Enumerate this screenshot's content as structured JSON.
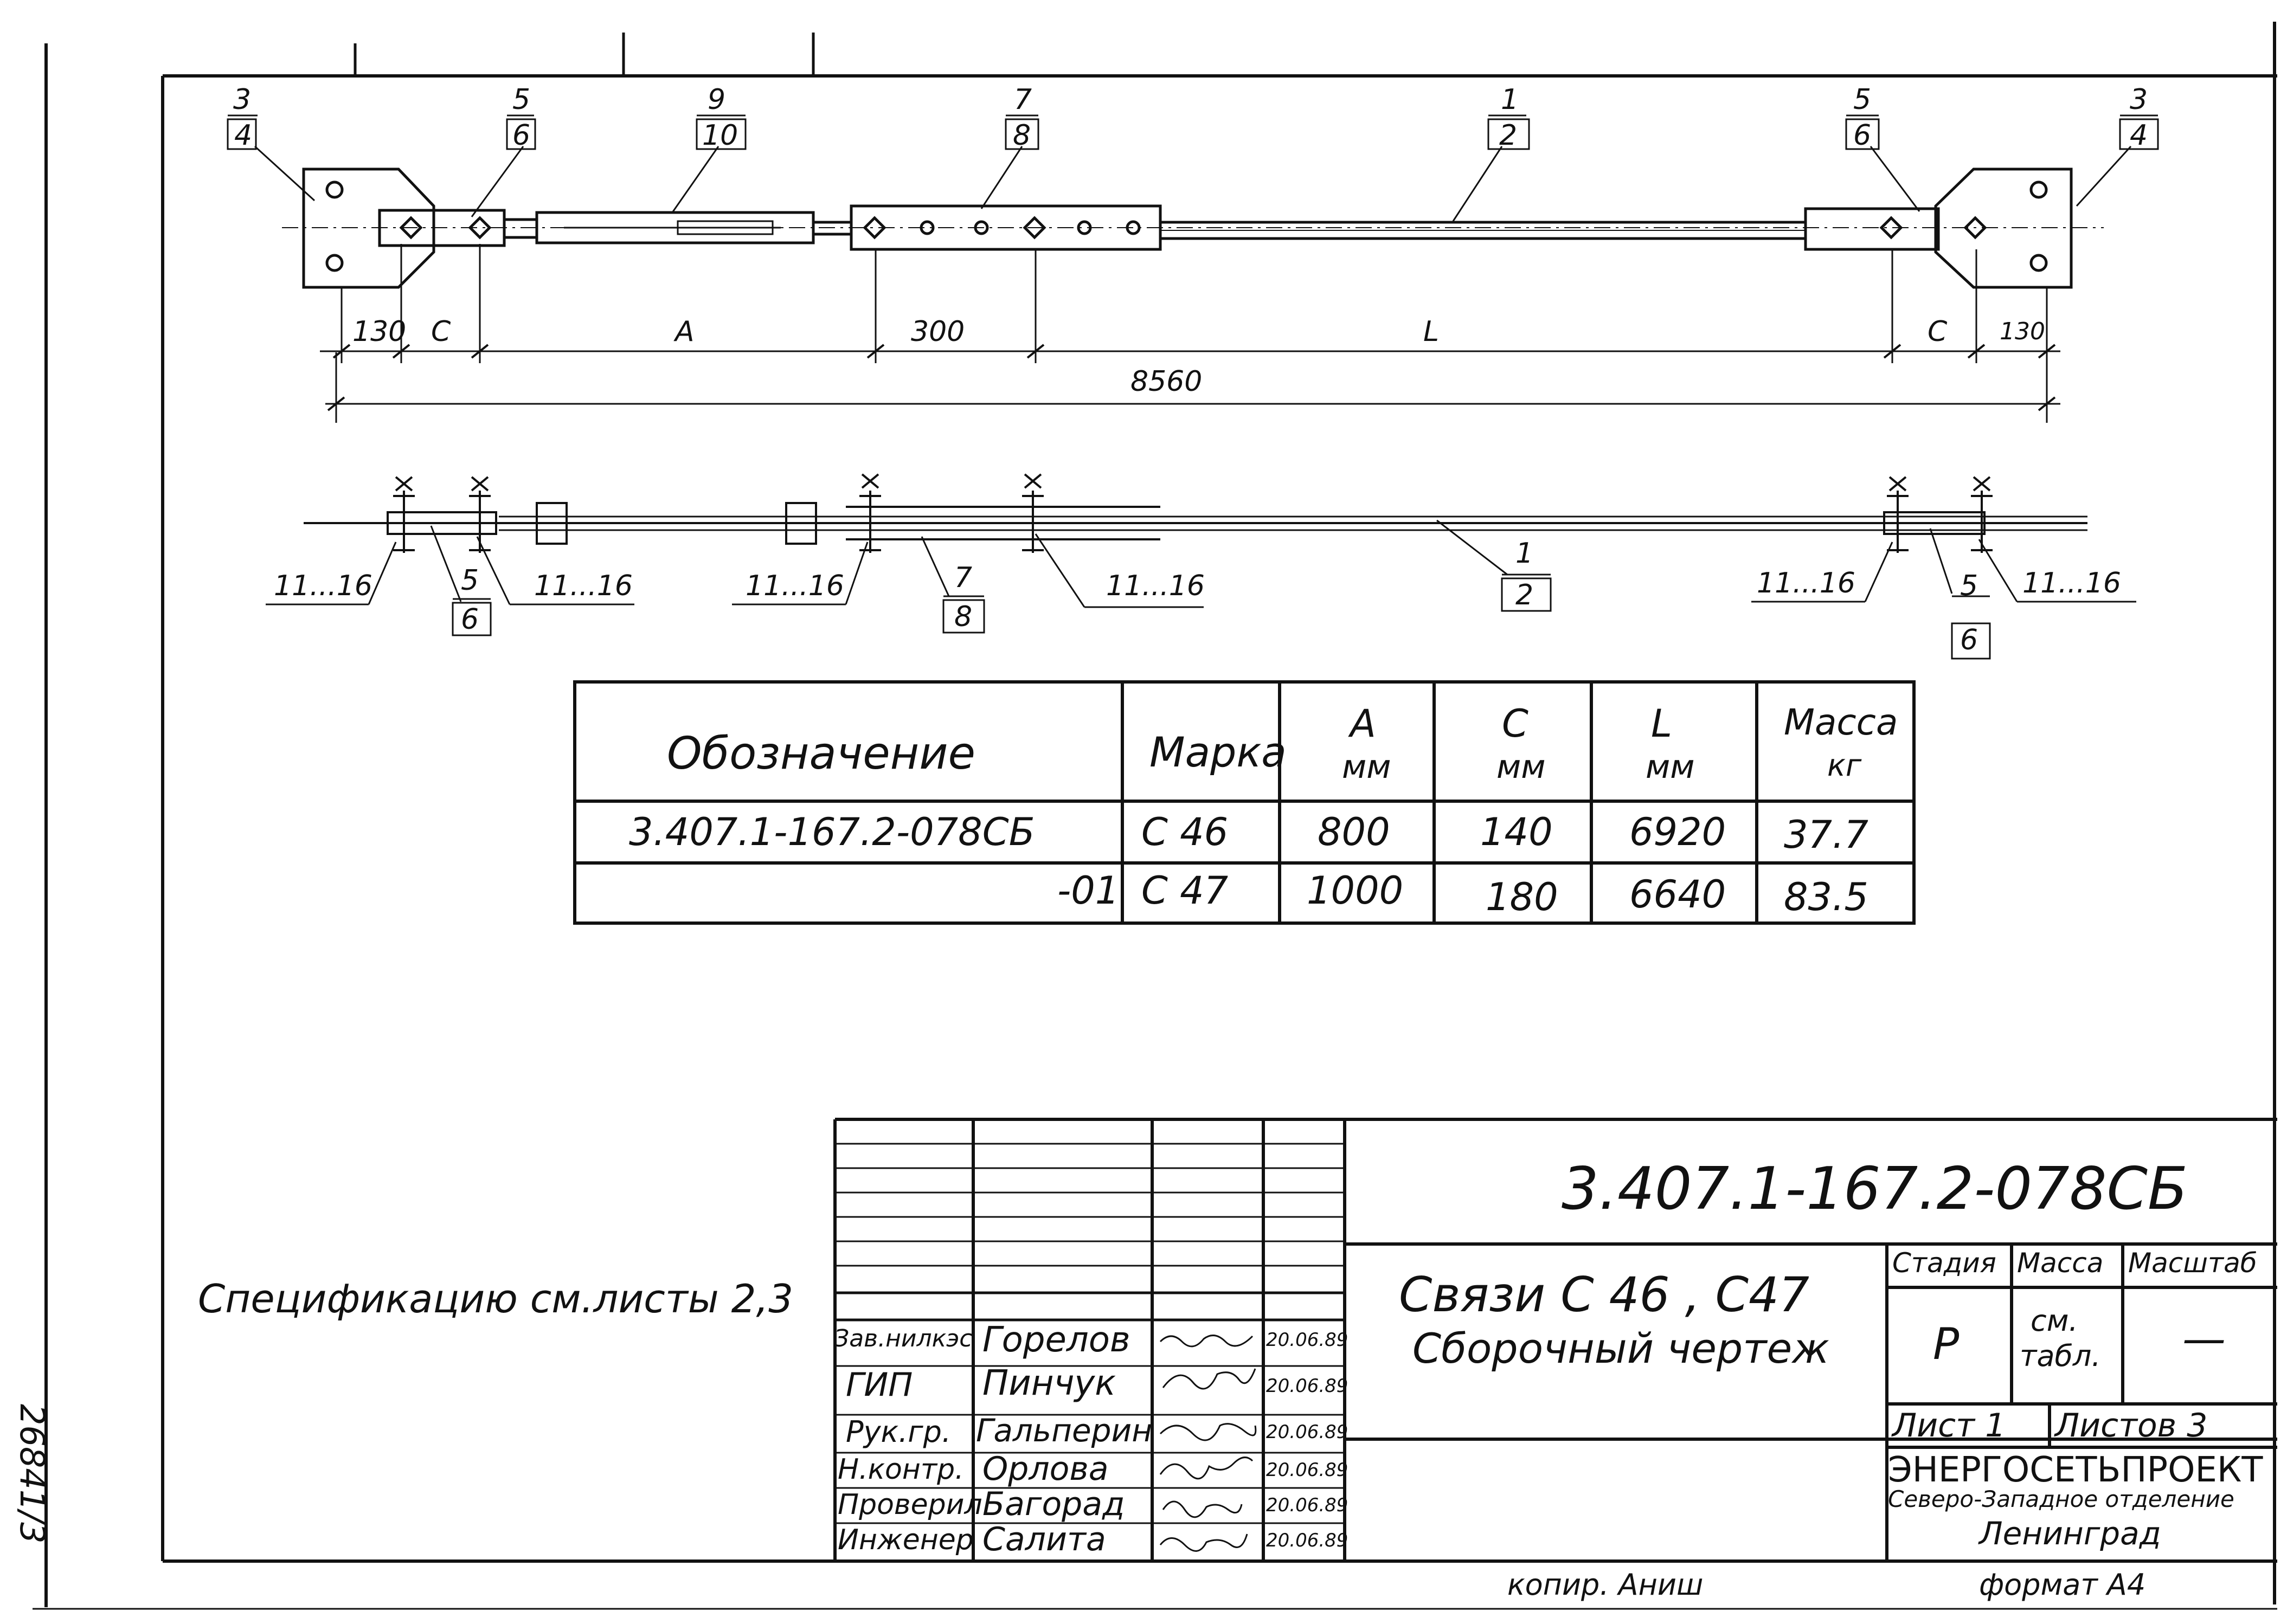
{
  "drawing_number": "3.407.1-167.2-078СБ",
  "title_line1": "Связи С 46 , С47",
  "title_line2": "Сборочный чертеж",
  "spec_note": "Спецификацию см.листы 2,3",
  "side_stamp": "26841/3",
  "copier": "копир. Аниш",
  "format": "формат А4",
  "organization": {
    "name": "ЭНЕРГОСЕТЬПРОЕКТ",
    "division": "Северо-Западное отделение",
    "city": "Ленинград"
  },
  "stage_block": {
    "stage_header": "Стадия",
    "mass_header": "Масса",
    "scale_header": "Масштаб",
    "stage_value": "Р",
    "mass_value_1": "см.",
    "mass_value_2": "табл.",
    "scale_value": "—",
    "sheet_label": "Лист 1",
    "sheets_label": "Листов 3"
  },
  "signatures": [
    {
      "role": "Зав.нилкэс",
      "name": "Горелов",
      "date": "20.06.89"
    },
    {
      "role": "ГИП",
      "name": "Пинчук",
      "date": "20.06.89"
    },
    {
      "role": "Рук.гр.",
      "name": "Гальперин",
      "date": "20.06.89"
    },
    {
      "role": "Н.контр.",
      "name": "Орлова",
      "date": "20.06.89"
    },
    {
      "role": "Проверил",
      "name": "Багорад",
      "date": "20.06.89"
    },
    {
      "role": "Инженер",
      "name": "Салита",
      "date": "20.06.89"
    }
  ],
  "table": {
    "headers": {
      "designation": "Обозначение",
      "mark": "Марка",
      "a": "А",
      "a_unit": "мм",
      "c": "С",
      "c_unit": "мм",
      "l": "L",
      "l_unit": "мм",
      "mass": "Масса",
      "mass_unit": "кг"
    },
    "rows": [
      {
        "designation": "3.407.1-167.2-078СБ",
        "mark": "С 46",
        "a": "800",
        "c": "140",
        "l": "6920",
        "mass": "37.7"
      },
      {
        "designation": "-01",
        "mark": "С 47",
        "a": "1000",
        "c": "180",
        "l": "6640",
        "mass": "83.5"
      }
    ]
  },
  "top_view": {
    "callouts": [
      {
        "top": "3",
        "bottom": "4"
      },
      {
        "top": "5",
        "bottom": "6"
      },
      {
        "top": "9",
        "bottom": "10"
      },
      {
        "top": "7",
        "bottom": "8"
      },
      {
        "top": "1",
        "bottom": "2"
      },
      {
        "top": "5",
        "bottom": "6"
      },
      {
        "top": "3",
        "bottom": "4"
      }
    ],
    "dims": [
      "130",
      "С",
      "А",
      "300",
      "L",
      "С",
      "130"
    ],
    "overall": "8560"
  },
  "side_view": {
    "labels": [
      "11...16",
      "11...16",
      "11...16",
      "11...16",
      "11...16",
      "11...16"
    ],
    "callouts": [
      {
        "top": "5",
        "bottom": "6"
      },
      {
        "top": "7",
        "bottom": "8"
      },
      {
        "top": "1",
        "bottom": "2"
      },
      {
        "top": "5",
        "bottom": "6"
      }
    ]
  }
}
